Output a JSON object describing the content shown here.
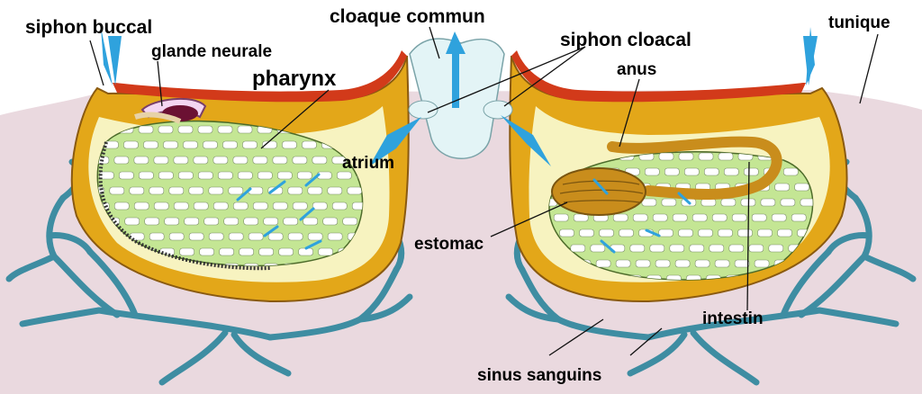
{
  "labels": {
    "siphon_buccal": "siphon buccal",
    "glande_neurale": "glande neurale",
    "pharynx": "pharynx",
    "cloaque_commun": "cloaque commun",
    "siphon_cloacal": "siphon cloacal",
    "anus": "anus",
    "tunique": "tunique",
    "atrium": "atrium",
    "estomac": "estomac",
    "intestin": "intestin",
    "sinus_sanguins": "sinus sanguins"
  },
  "colors": {
    "tunic": "#ead9df",
    "body_wall": "#e3a719",
    "muscle": "#d23a1a",
    "atrium": "#f7f3c0",
    "pharynx": "#c4e694",
    "stigmata": "#ffffff",
    "gut": "#c98d1c",
    "blood_sinus": "#3e8da2",
    "water_flow": "#2fa2dd",
    "cloaca": "#e3f4f6"
  }
}
